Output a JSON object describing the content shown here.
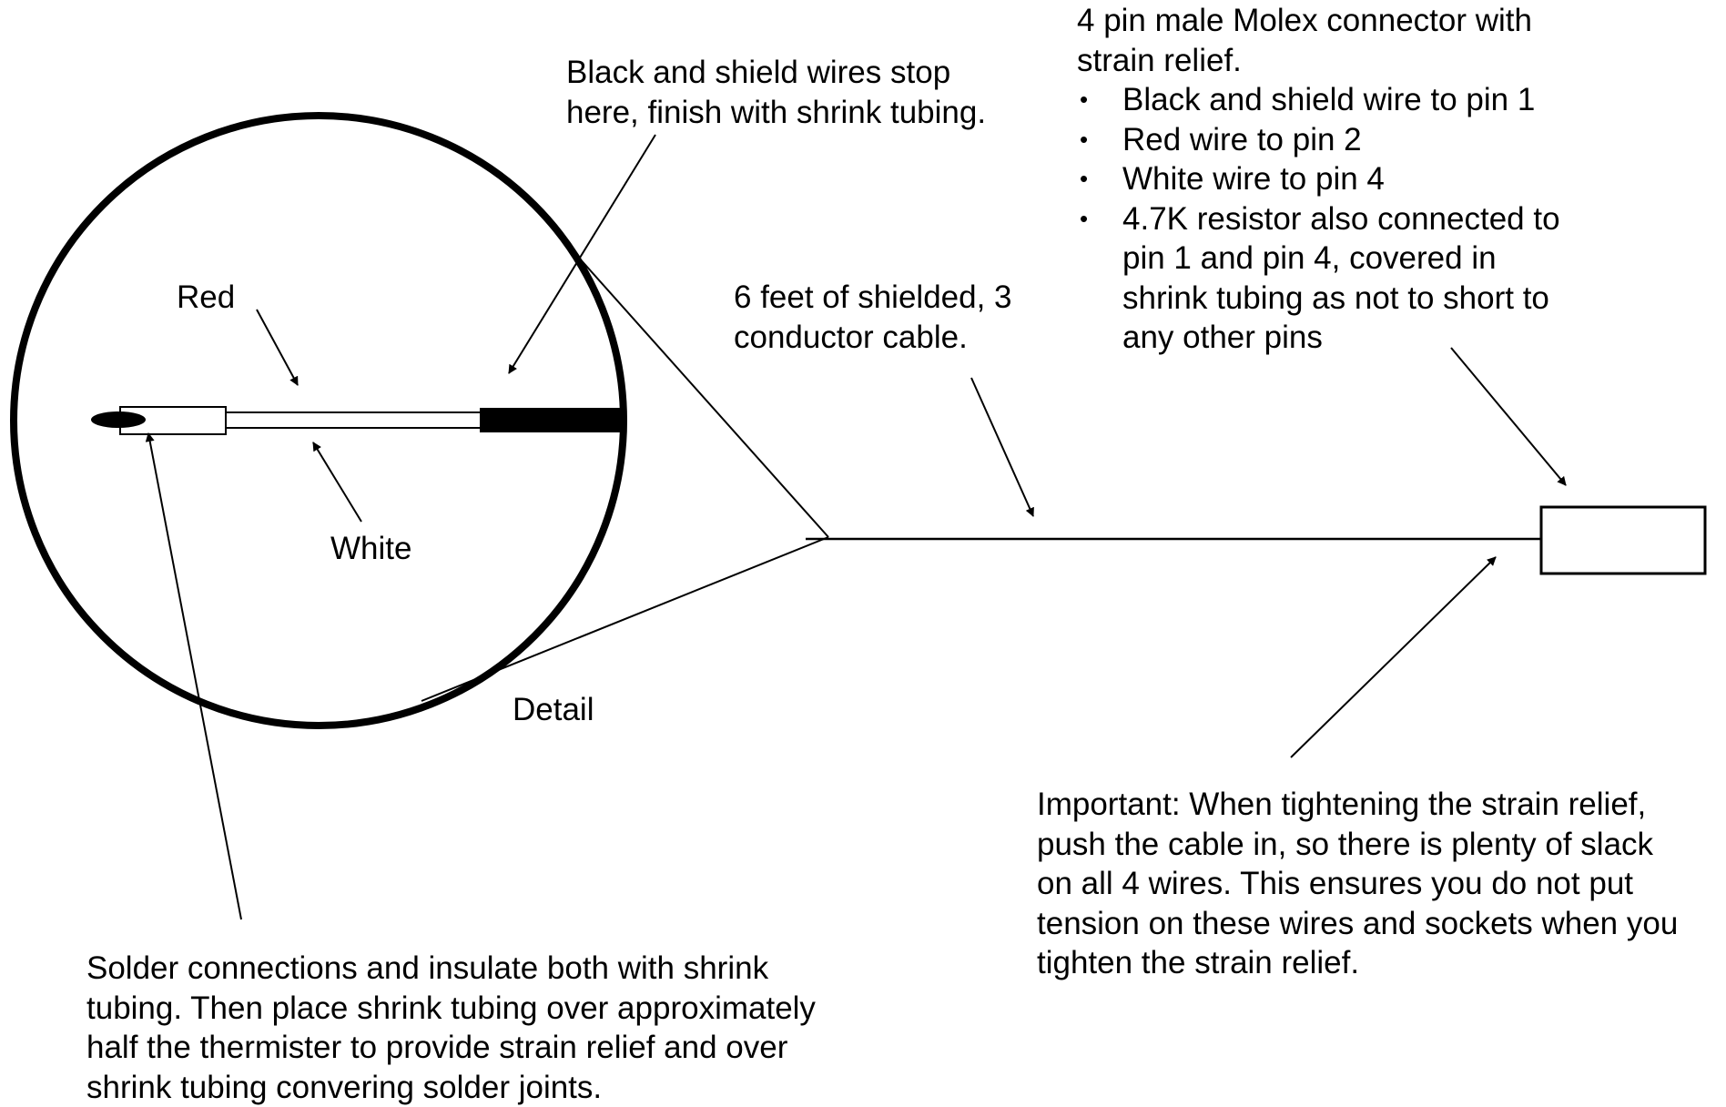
{
  "labels": {
    "black_shield_note": [
      "Black and shield wires stop",
      "here, finish with shrink tubing."
    ],
    "red": "Red",
    "white": "White",
    "detail": "Detail",
    "cable": [
      "6 feet of shielded, 3",
      "conductor cable."
    ],
    "connector_title": [
      "4 pin male Molex connector with",
      "strain relief."
    ],
    "connector_bullets": [
      [
        "Black and shield wire to pin 1"
      ],
      [
        "Red wire to pin 2"
      ],
      [
        "White wire to pin 4"
      ],
      [
        "4.7K resistor also connected to",
        "pin 1 and pin 4, covered in",
        "shrink tubing as not to short to",
        "any other pins"
      ]
    ],
    "important": [
      "Important:  When tightening the strain relief,",
      "push the cable in, so there is plenty of slack",
      "on all 4 wires.  This ensures you do not put",
      "tension on these wires and sockets when you",
      "tighten the strain relief."
    ],
    "solder": [
      "Solder connections and insulate both with shrink",
      "tubing.  Then place shrink tubing over approximately",
      "half the thermister to provide strain relief and over",
      "shrink tubing convering solder joints."
    ]
  },
  "colors": {
    "ink": "#000000",
    "background": "#ffffff"
  }
}
